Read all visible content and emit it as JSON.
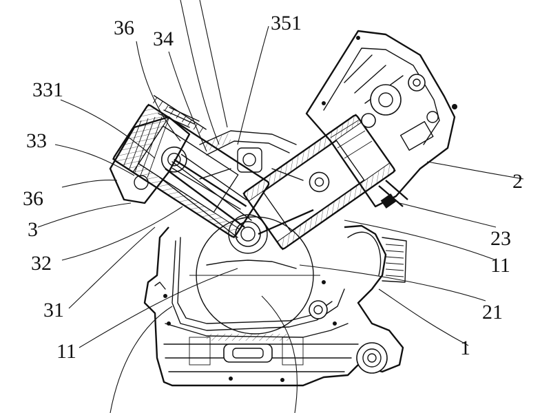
{
  "callouts": [
    {
      "id": "c-36-top",
      "text": "36"
    },
    {
      "id": "c-34",
      "text": "34"
    },
    {
      "id": "c-351",
      "text": "351"
    },
    {
      "id": "c-331",
      "text": "331"
    },
    {
      "id": "c-33",
      "text": "33"
    },
    {
      "id": "c-36-left",
      "text": "36"
    },
    {
      "id": "c-3",
      "text": "3"
    },
    {
      "id": "c-32",
      "text": "32"
    },
    {
      "id": "c-31",
      "text": "31"
    },
    {
      "id": "c-11-left",
      "text": "11"
    },
    {
      "id": "c-2",
      "text": "2"
    },
    {
      "id": "c-23",
      "text": "23"
    },
    {
      "id": "c-11-right",
      "text": "11"
    },
    {
      "id": "c-21",
      "text": "21"
    },
    {
      "id": "c-1",
      "text": "1"
    }
  ]
}
